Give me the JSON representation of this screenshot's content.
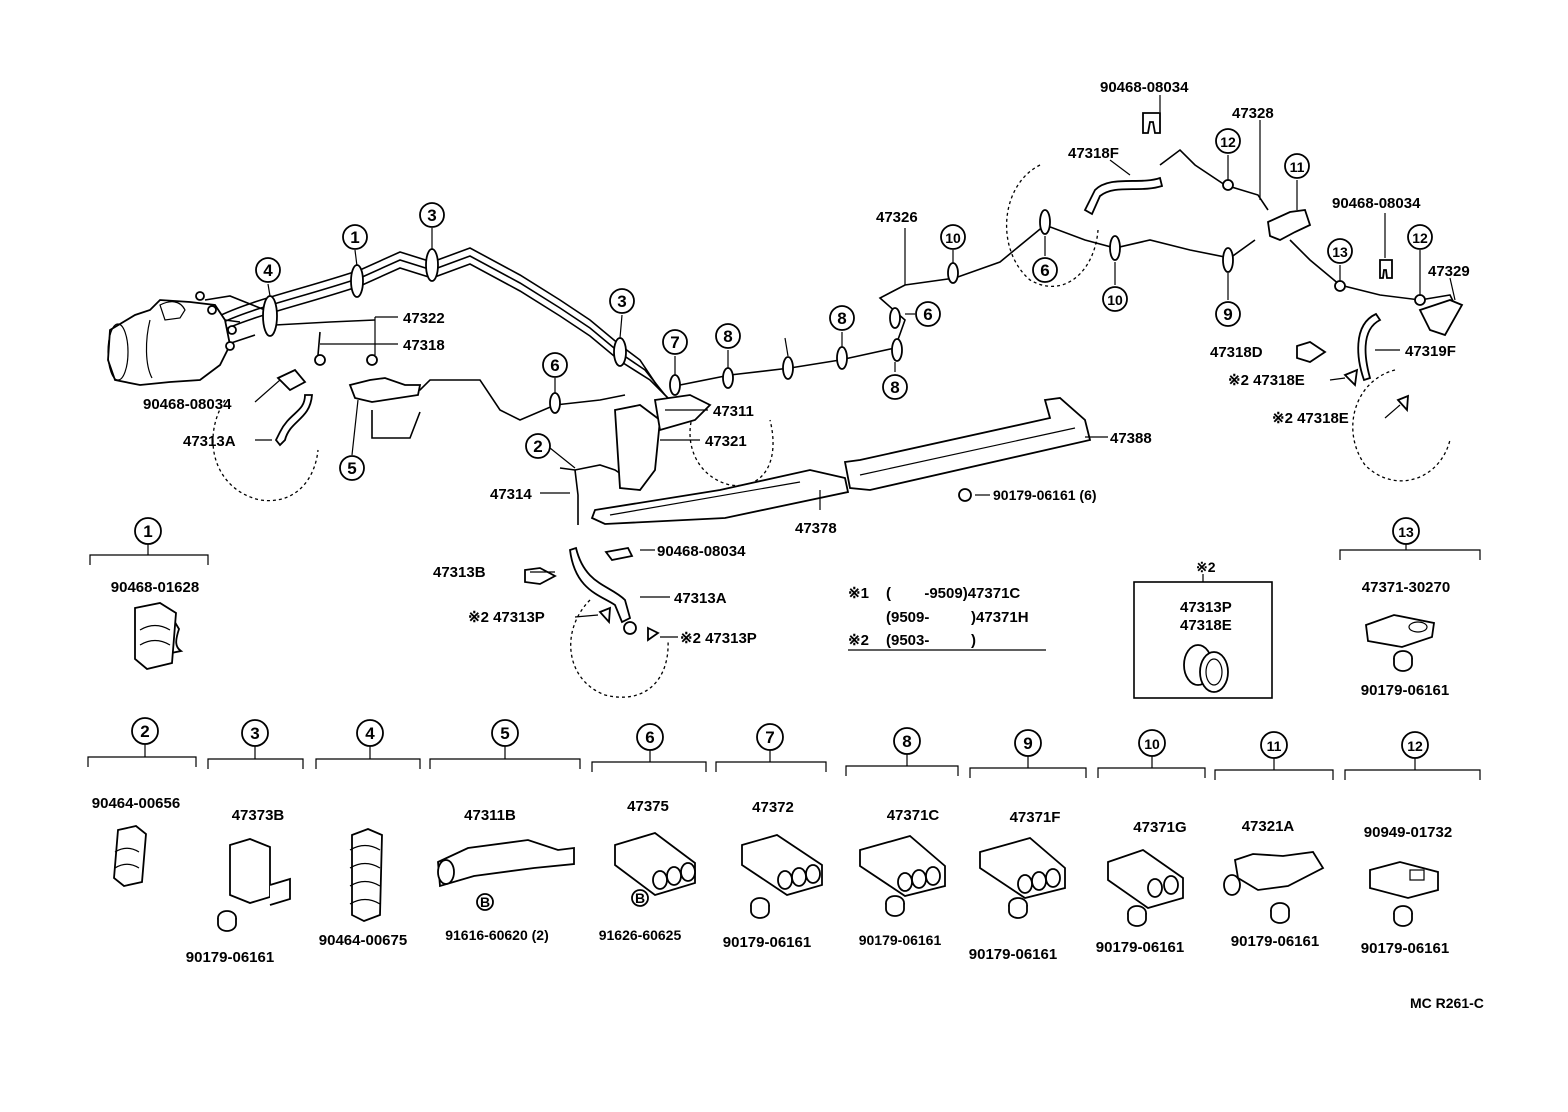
{
  "diagram_code": "MC R261-C",
  "labels": {
    "l_90468_08034_top": "90468-08034",
    "l_47328": "47328",
    "l_47318F": "47318F",
    "l_90468_08034_r": "90468-08034",
    "l_47326": "47326",
    "l_47329": "47329",
    "l_47322": "47322",
    "l_47318": "47318",
    "l_90468_08034_l": "90468-08034",
    "l_47313A_l": "47313A",
    "l_47311": "47311",
    "l_47321": "47321",
    "l_47388": "47388",
    "l_47314": "47314",
    "l_47378": "47378",
    "l_90179_06161_6": "90179-06161 (6)",
    "l_47318D": "47318D",
    "l_47319F": "47319F",
    "l_47318E_1": "※2 47318E",
    "l_47318E_2": "※2 47318E",
    "l_90468_08034_c": "90468-08034",
    "l_47313B": "47313B",
    "l_47313A_c": "47313A",
    "l_47313P_1": "※2 47313P",
    "l_47313P_2": "※2 47313P"
  },
  "notes": {
    "n1_mark": "※1",
    "n1_a": "(        -9509)47371C",
    "n1_b": "(9509-          )47371H",
    "n2_mark": "※2",
    "n2_a": "(9503-          )",
    "box_mark": "※2",
    "box_a": "47313P",
    "box_b": "47318E"
  },
  "callouts": [
    "1",
    "2",
    "3",
    "4",
    "5",
    "6",
    "7",
    "8",
    "9",
    "10",
    "11",
    "12",
    "13"
  ],
  "legend": {
    "g1": {
      "num": "1",
      "parts": [
        "90468-01628"
      ]
    },
    "g13": {
      "num": "13",
      "parts": [
        "47371-30270",
        "90179-06161"
      ]
    },
    "g2": {
      "num": "2",
      "parts": [
        "90464-00656"
      ]
    },
    "g3": {
      "num": "3",
      "parts": [
        "47373B",
        "90179-06161"
      ]
    },
    "g4": {
      "num": "4",
      "parts": [
        "90464-00675"
      ]
    },
    "g5": {
      "num": "5",
      "parts": [
        "47311B",
        "B",
        "91616-60620 (2)"
      ]
    },
    "g6": {
      "num": "6",
      "parts": [
        "47375",
        "B",
        "91626-60625"
      ]
    },
    "g7": {
      "num": "7",
      "parts": [
        "47372",
        "90179-06161"
      ]
    },
    "g8": {
      "num": "8",
      "parts": [
        "47371C",
        "90179-06161"
      ]
    },
    "g9": {
      "num": "9",
      "parts": [
        "47371F",
        "90179-06161"
      ]
    },
    "g10": {
      "num": "10",
      "parts": [
        "47371G",
        "90179-06161"
      ]
    },
    "g11": {
      "num": "11",
      "parts": [
        "47321A",
        "90179-06161"
      ]
    },
    "g12": {
      "num": "12",
      "parts": [
        "90949-01732",
        "90179-06161"
      ]
    }
  }
}
